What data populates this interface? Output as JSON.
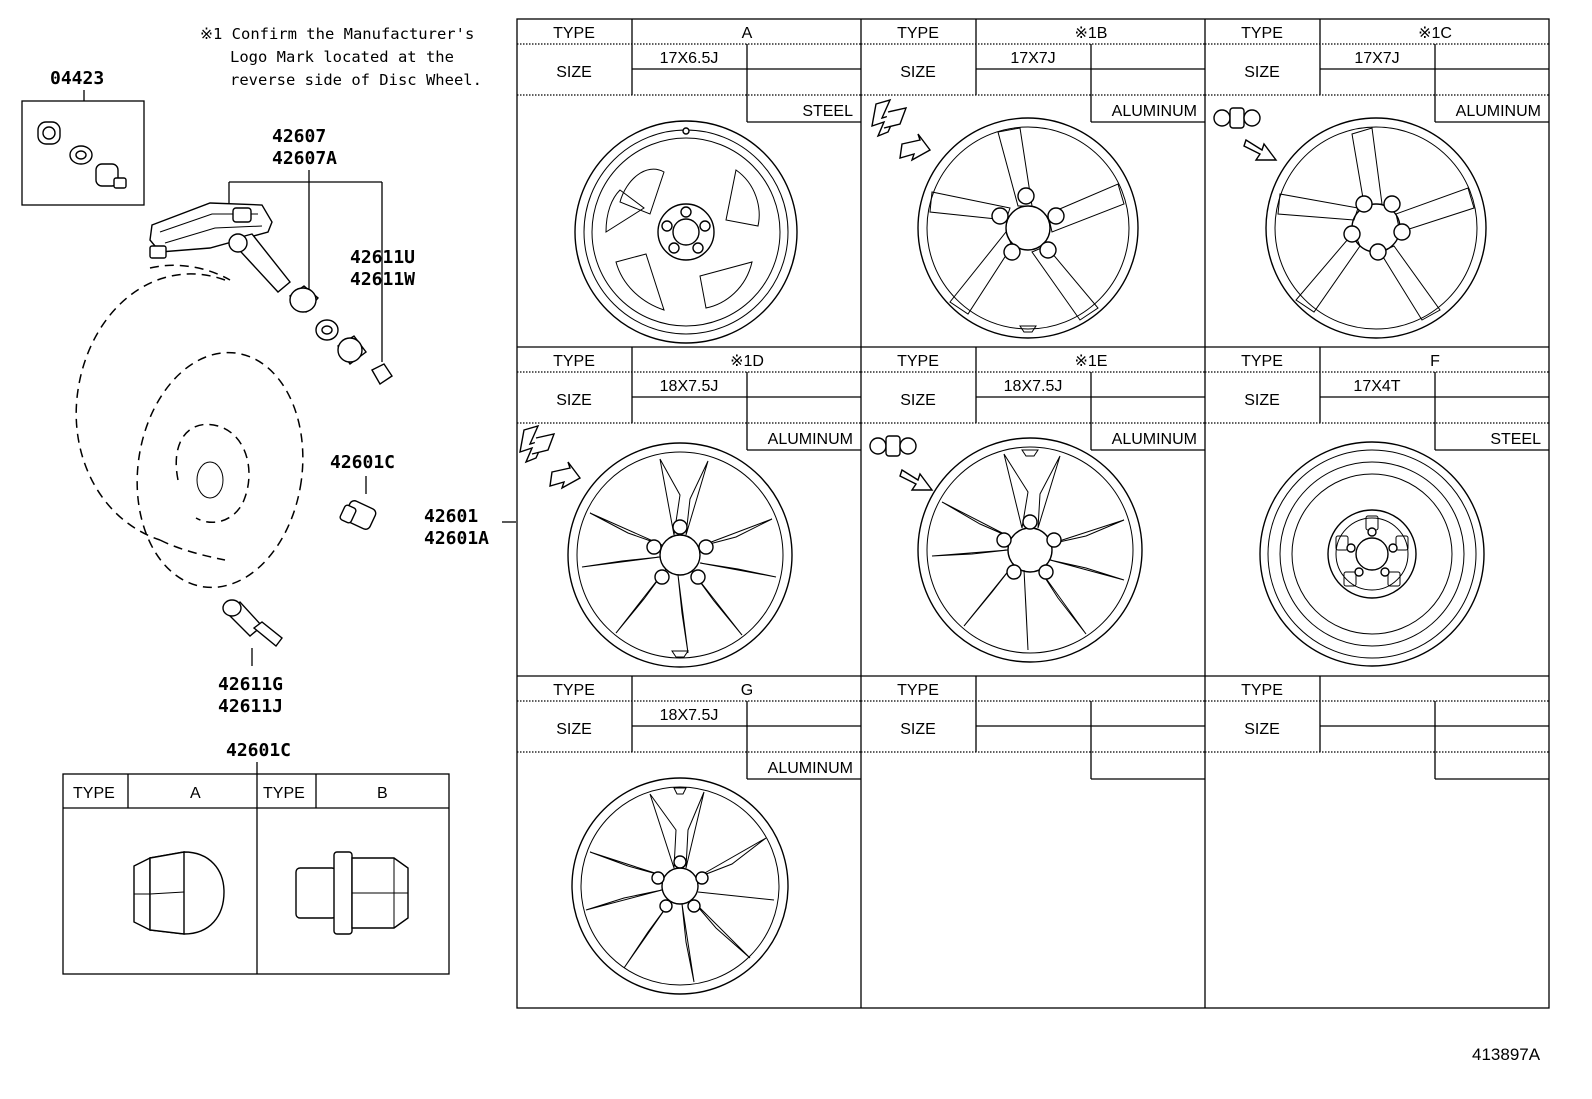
{
  "note": {
    "line1": "※1 Confirm the Manufacturer's",
    "line2": "Logo Mark located at the",
    "line3": "reverse side of Disc Wheel."
  },
  "parts": {
    "p04423": "04423",
    "p42607": "42607",
    "p42607A": "42607A",
    "p42611U": "42611U",
    "p42611W": "42611W",
    "p42601C_top": "42601C",
    "p42601": "42601",
    "p42601A": "42601A",
    "p42611G": "42611G",
    "p42611J": "42611J",
    "p42601C_bottom": "42601C"
  },
  "wheel_table": {
    "type_label": "TYPE",
    "size_label": "SIZE",
    "cells": [
      {
        "type": "A",
        "size": "17X6.5J",
        "material": "STEEL"
      },
      {
        "type": "※1B",
        "size": "17X7J",
        "material": "ALUMINUM"
      },
      {
        "type": "※1C",
        "size": "17X7J",
        "material": "ALUMINUM"
      },
      {
        "type": "※1D",
        "size": "18X7.5J",
        "material": "ALUMINUM"
      },
      {
        "type": "※1E",
        "size": "18X7.5J",
        "material": "ALUMINUM"
      },
      {
        "type": "F",
        "size": "17X4T",
        "material": "STEEL"
      },
      {
        "type": "G",
        "size": "18X7.5J",
        "material": "ALUMINUM"
      },
      {
        "type": "",
        "size": "",
        "material": ""
      },
      {
        "type": "",
        "size": "",
        "material": ""
      }
    ]
  },
  "nut_table": {
    "type_label": "TYPE",
    "col_a": "A",
    "col_b": "B"
  },
  "figure_id": "413897A"
}
